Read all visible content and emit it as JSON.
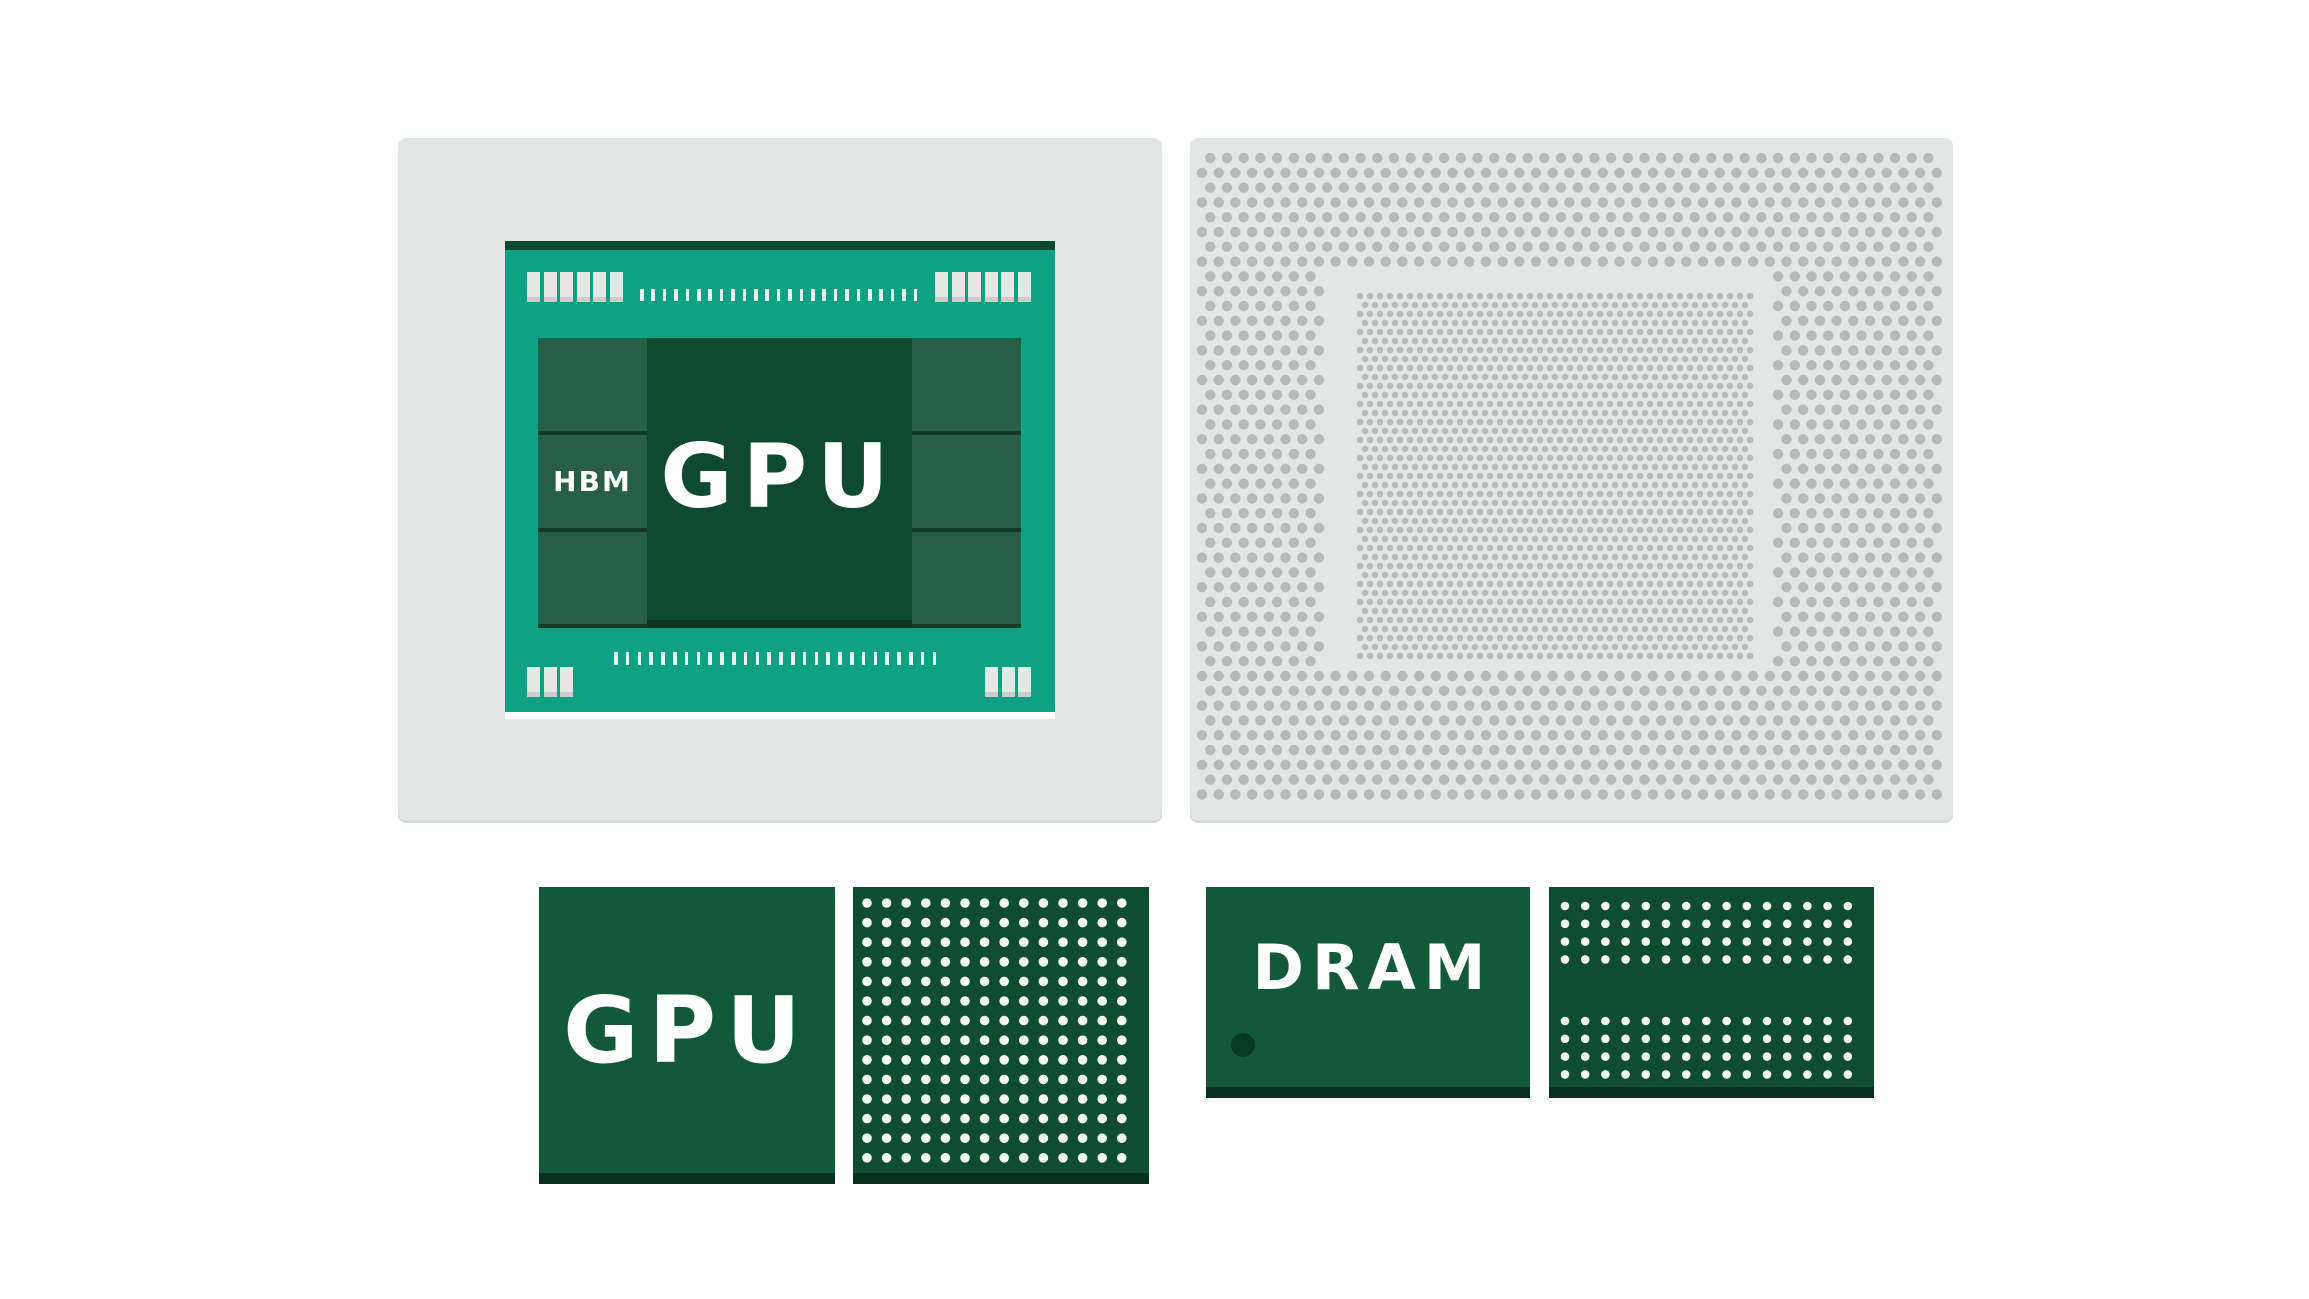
{
  "package": {
    "gpu_label": "GPU",
    "hbm_label": "HBM"
  },
  "discrete": {
    "gpu_label": "GPU",
    "dram_label": "DRAM"
  },
  "colors": {
    "substrate": "#0ea283",
    "gpu_die": "#0d4a2f",
    "hbm_die": "#265e48",
    "package_bg": "#e2e6e4",
    "ball_gray": "#b5bbb8",
    "chip_green": "#12593a"
  }
}
